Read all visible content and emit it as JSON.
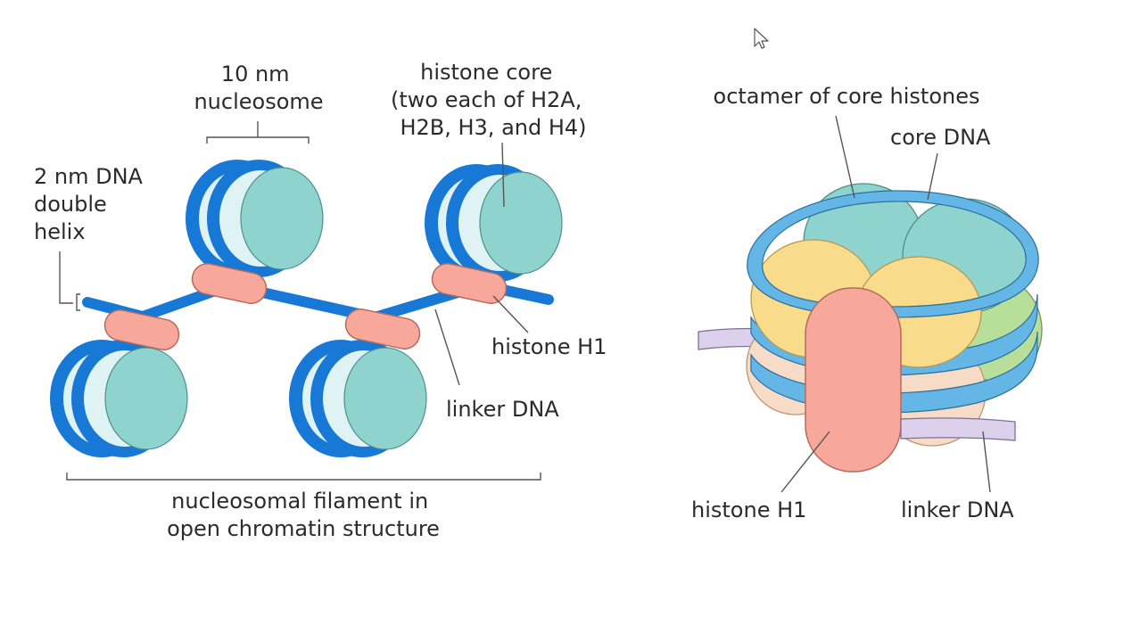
{
  "left_panel": {
    "nucleosome_label": [
      "10 nm",
      "nucleosome"
    ],
    "histone_core_label": [
      "histone core",
      "(two each of H2A,",
      "H2B, H3, and H4)"
    ],
    "dna_label": [
      "2 nm DNA",
      "double",
      "helix"
    ],
    "histone_h1_label": "histone H1",
    "linker_dna_label": "linker DNA",
    "filament_label": [
      "nucleosomal filament in",
      "open chromatin structure"
    ]
  },
  "right_panel": {
    "octamer_label": "octamer of core histones",
    "core_dna_label": "core DNA",
    "histone_h1_label": "histone H1",
    "linker_dna_label": "linker DNA"
  },
  "colors": {
    "dna_blue": "#1778d6",
    "core_teal": "#8fd3cf",
    "core_light": "#dff3f4",
    "h1_salmon": "#f7a89a",
    "h2a_yellow": "#f8dc8c",
    "h2b_green": "#b7df9a",
    "linker_lilac": "#ddd0ec",
    "band_blue": "#63b6e6"
  }
}
